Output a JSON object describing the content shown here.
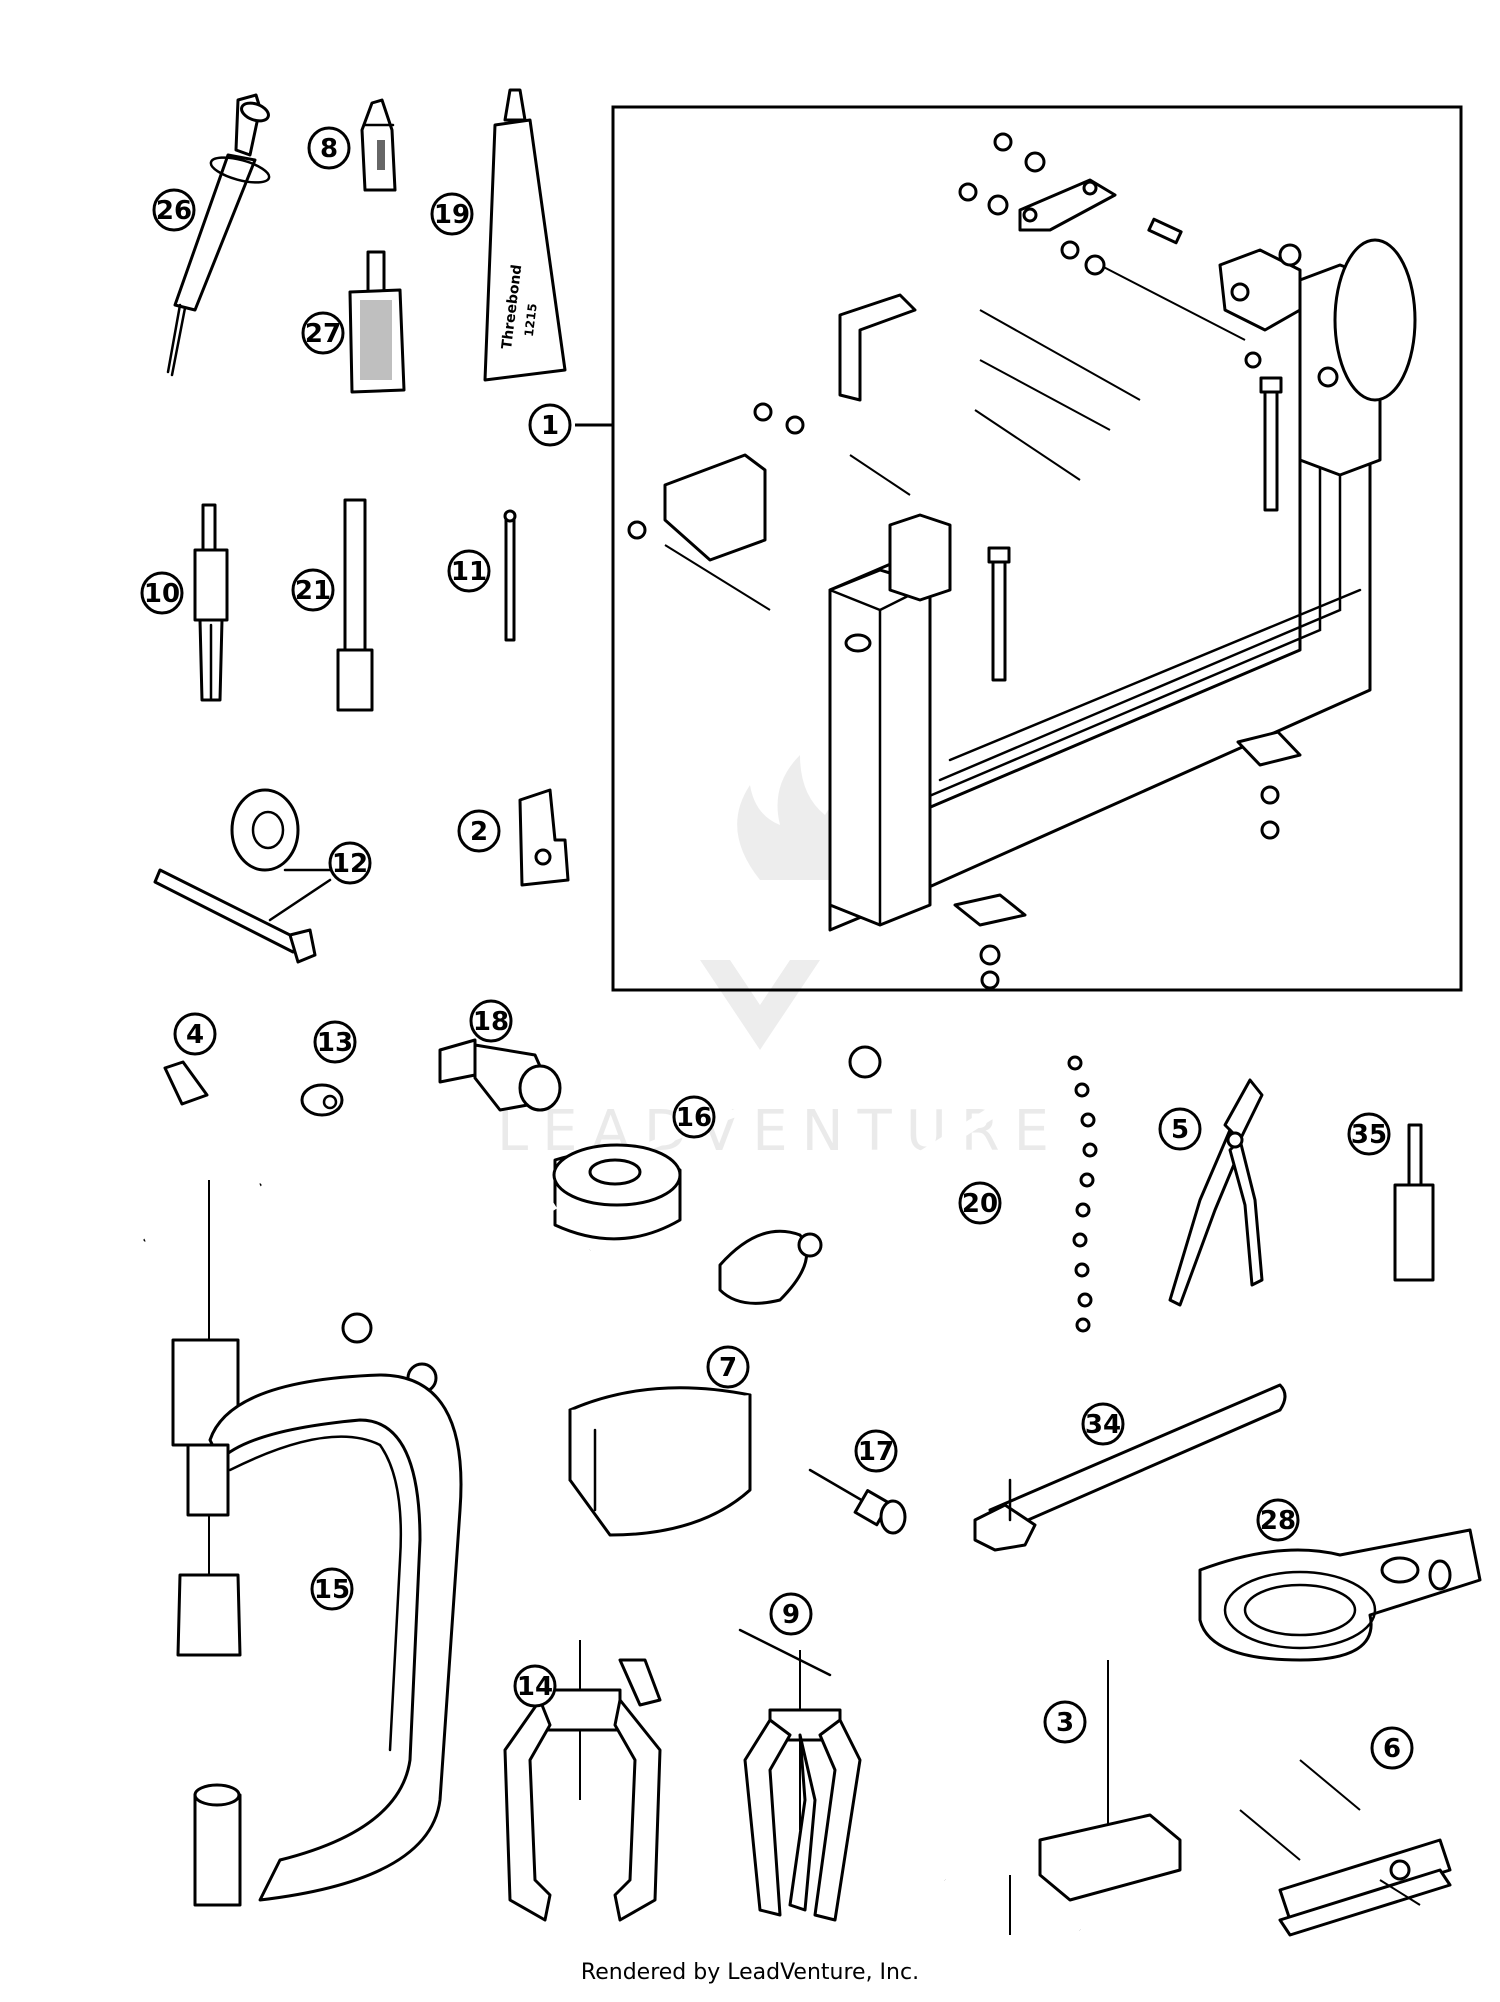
{
  "diagram": {
    "callouts": [
      {
        "id": "c1",
        "label": "1"
      },
      {
        "id": "c2",
        "label": "2"
      },
      {
        "id": "c3",
        "label": "3"
      },
      {
        "id": "c4",
        "label": "4"
      },
      {
        "id": "c5",
        "label": "5"
      },
      {
        "id": "c6",
        "label": "6"
      },
      {
        "id": "c7",
        "label": "7"
      },
      {
        "id": "c8",
        "label": "8"
      },
      {
        "id": "c9",
        "label": "9"
      },
      {
        "id": "c10",
        "label": "10"
      },
      {
        "id": "c11",
        "label": "11"
      },
      {
        "id": "c12",
        "label": "12"
      },
      {
        "id": "c13",
        "label": "13"
      },
      {
        "id": "c14",
        "label": "14"
      },
      {
        "id": "c15",
        "label": "15"
      },
      {
        "id": "c16",
        "label": "16"
      },
      {
        "id": "c17",
        "label": "17"
      },
      {
        "id": "c18",
        "label": "18"
      },
      {
        "id": "c19",
        "label": "19"
      },
      {
        "id": "c20",
        "label": "20"
      },
      {
        "id": "c21",
        "label": "21"
      },
      {
        "id": "c26",
        "label": "26"
      },
      {
        "id": "c27",
        "label": "27"
      },
      {
        "id": "c28",
        "label": "28"
      },
      {
        "id": "c34",
        "label": "34"
      },
      {
        "id": "c35",
        "label": "35"
      }
    ],
    "tube_label_1": "Threebond",
    "tube_label_2": "1215",
    "watermark": "LEADVENTURE"
  },
  "footer": {
    "text": "Rendered by LeadVenture, Inc."
  }
}
